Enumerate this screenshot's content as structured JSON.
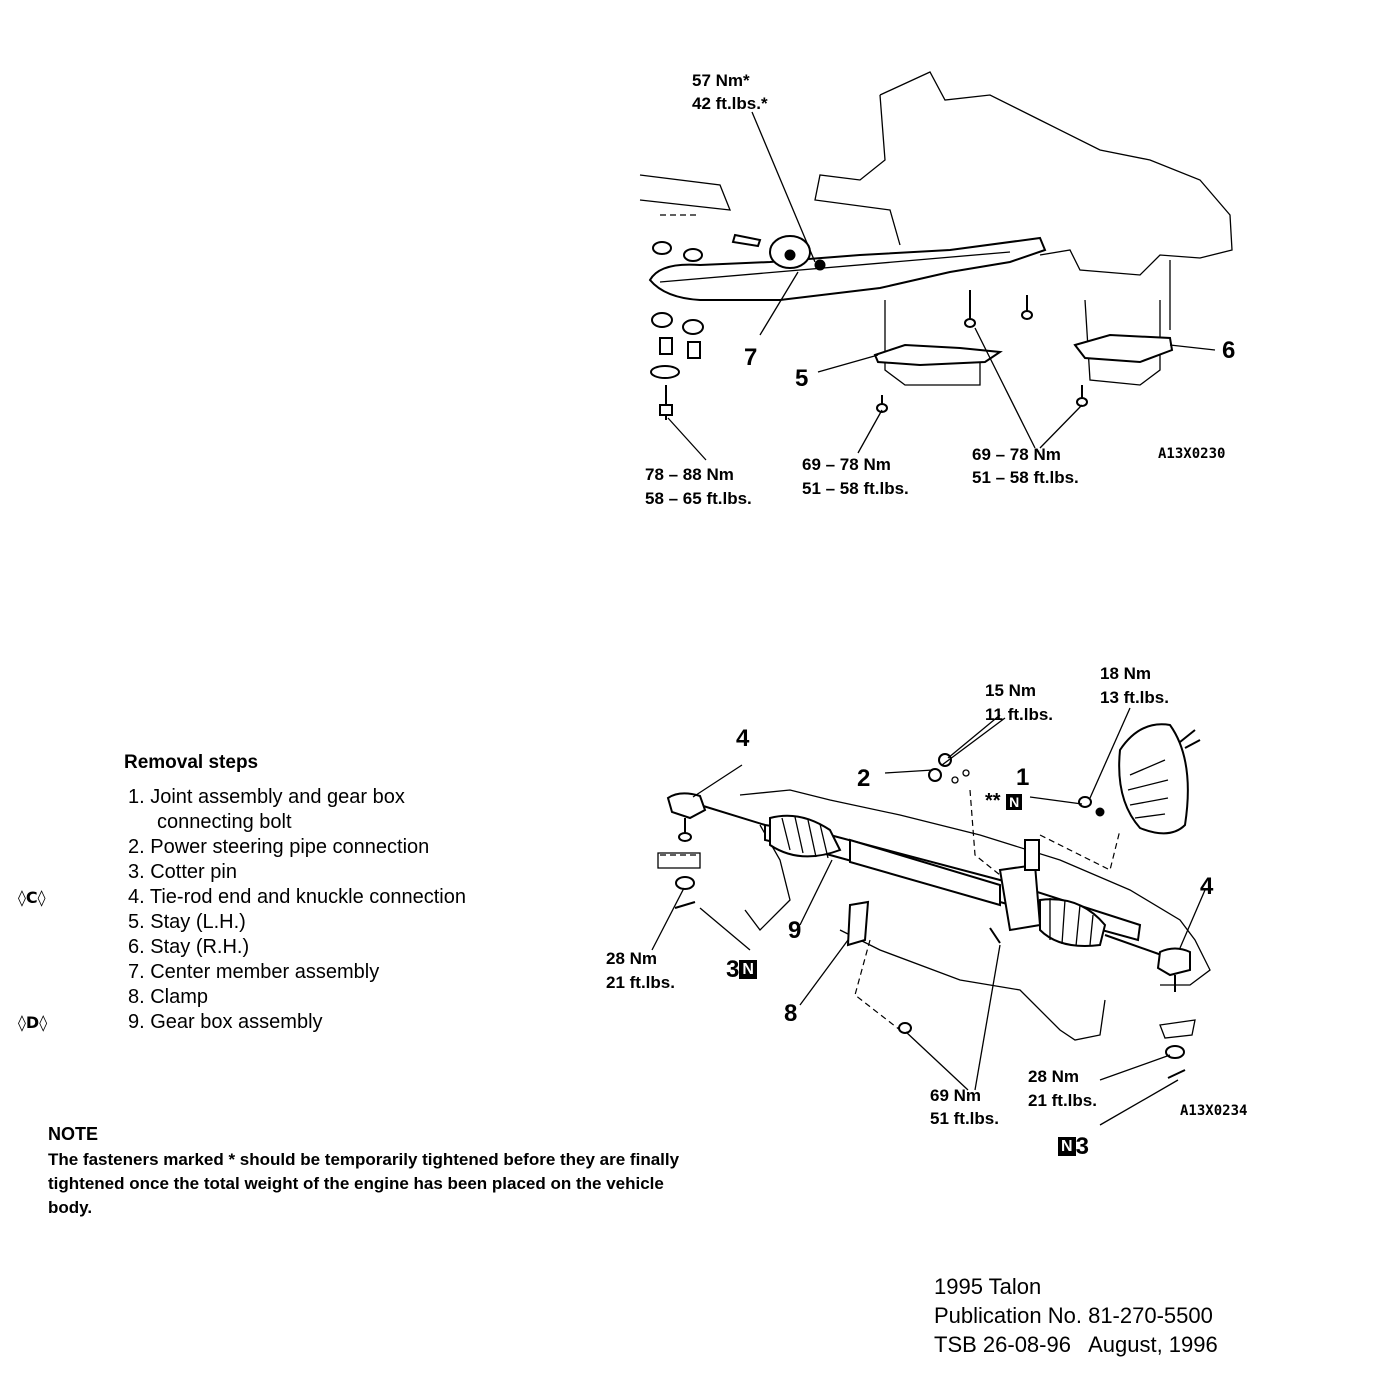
{
  "diagram1": {
    "torque_center_upper": {
      "nm": "57 Nm*",
      "ftlbs": "42 ft.lbs.*"
    },
    "torque_left_bottom": {
      "nm": "78 – 88 Nm",
      "ftlbs": "58 – 65 ft.lbs."
    },
    "torque_mid_bottom": {
      "nm": "69 – 78 Nm",
      "ftlbs": "51 – 58 ft.lbs."
    },
    "torque_right_bottom": {
      "nm": "69 – 78 Nm",
      "ftlbs": "51 – 58 ft.lbs."
    },
    "callouts": {
      "c7": "7",
      "c5": "5",
      "c6": "6"
    },
    "figure_id": "A13X0230"
  },
  "diagram2": {
    "torque_15": {
      "nm": "15 Nm",
      "ftlbs": "11 ft.lbs."
    },
    "torque_18": {
      "nm": "18 Nm",
      "ftlbs": "13 ft.lbs."
    },
    "torque_28_left": {
      "nm": "28 Nm",
      "ftlbs": "21 ft.lbs."
    },
    "torque_69": {
      "nm": "69 Nm",
      "ftlbs": "51 ft.lbs."
    },
    "torque_28_right": {
      "nm": "28 Nm",
      "ftlbs": "21 ft.lbs."
    },
    "callouts": {
      "c4_left": "4",
      "c2": "2",
      "c1": "1",
      "c1_mark": "**",
      "c4_right": "4",
      "c9": "9",
      "c3_left": "3",
      "c8": "8",
      "c3_right": "3"
    },
    "n_badge": "N",
    "figure_id": "A13X0234"
  },
  "removal": {
    "title": "Removal steps",
    "steps": [
      {
        "text": "1. Joint assembly and gear box",
        "cont": "connecting bolt",
        "mark": ""
      },
      {
        "text": "2. Power steering pipe connection",
        "mark": ""
      },
      {
        "text": "3. Cotter pin",
        "mark": ""
      },
      {
        "text": "4. Tie-rod end and knuckle connection",
        "mark": "◊C◊"
      },
      {
        "text": "5. Stay (L.H.)",
        "mark": ""
      },
      {
        "text": "6. Stay (R.H.)",
        "mark": ""
      },
      {
        "text": "7. Center member assembly",
        "mark": ""
      },
      {
        "text": "8. Clamp",
        "mark": ""
      },
      {
        "text": "9. Gear box assembly",
        "mark": "◊D◊"
      }
    ]
  },
  "note": {
    "heading": "NOTE",
    "body": "The fasteners marked * should be temporarily tightened before they are finally tightened once the total weight of the engine has been placed on the vehicle body."
  },
  "footer": {
    "line1": "1995 Talon",
    "line2": "Publication No. 81-270-5500",
    "line3": "TSB 26-08-96   August, 1996"
  }
}
